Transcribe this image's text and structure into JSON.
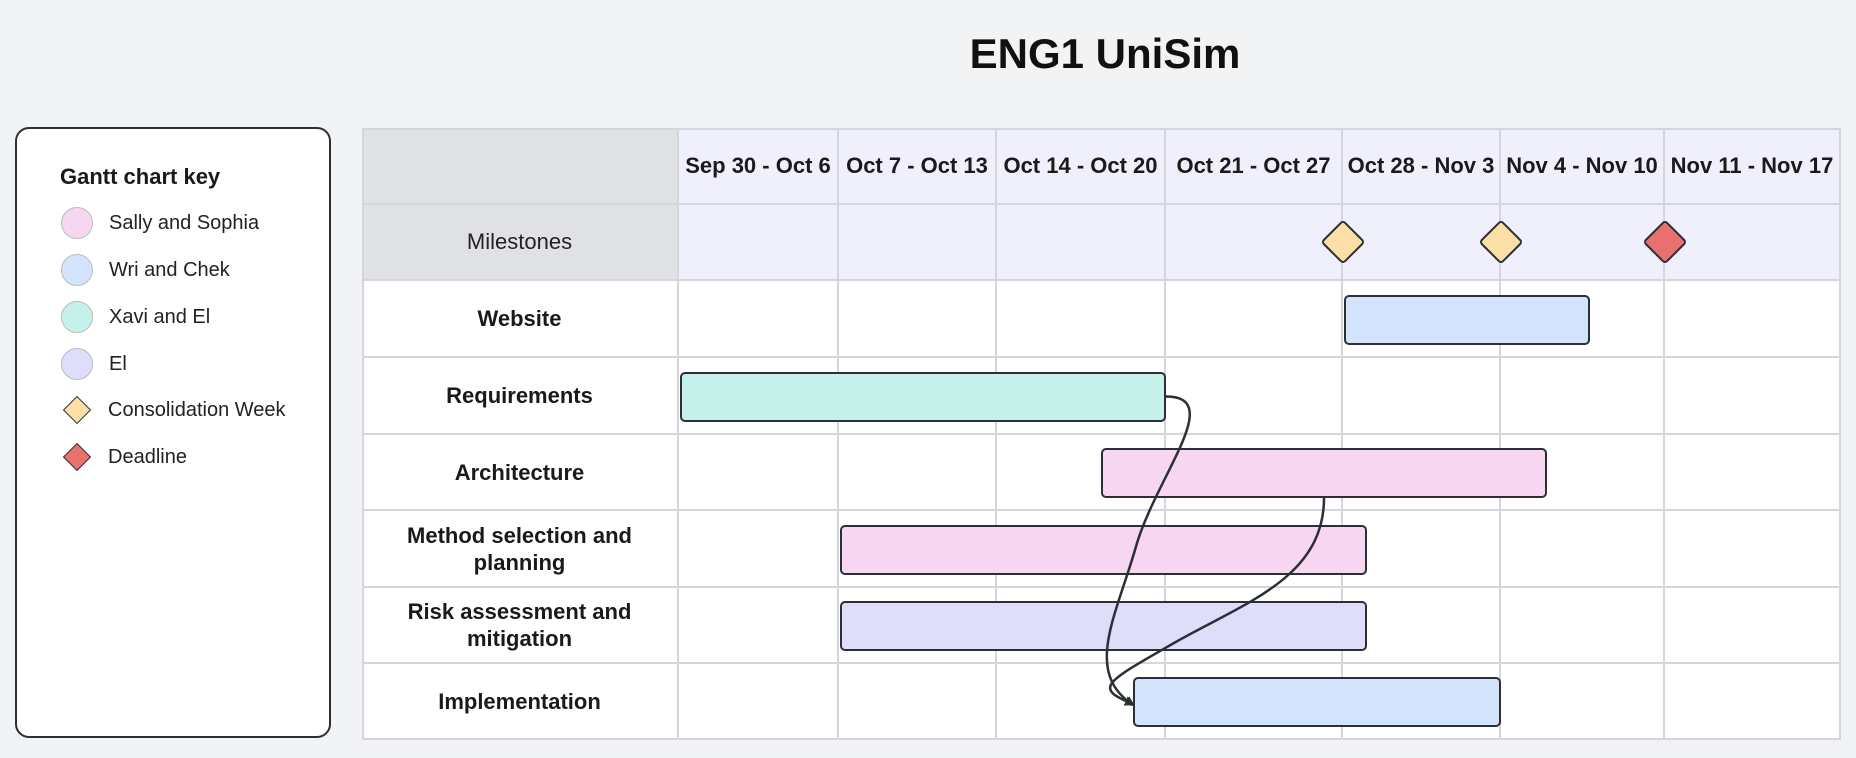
{
  "title": "ENG1 UniSim",
  "key": {
    "title": "Gantt chart key",
    "items": [
      {
        "label": "Sally and Sophia",
        "color": "#f7d6f1",
        "shape": "circle"
      },
      {
        "label": "Wri and Chek",
        "color": "#d3e3fb",
        "shape": "circle"
      },
      {
        "label": "Xavi and El",
        "color": "#c4f1ea",
        "shape": "circle"
      },
      {
        "label": "El",
        "color": "#dedefa",
        "shape": "circle"
      },
      {
        "label": "Consolidation Week",
        "color": "#fcdfa6",
        "shape": "diamond"
      },
      {
        "label": "Deadline",
        "color": "#e8716f",
        "shape": "diamond"
      }
    ]
  },
  "weeks": [
    "Sep 30 - Oct 6",
    "Oct 7 - Oct 13",
    "Oct 14 - Oct 20",
    "Oct 21 - Oct 27",
    "Oct 28 - Nov 3",
    "Nov 4 - Nov 10",
    "Nov 11 - Nov 17"
  ],
  "milestones_label": "Milestones",
  "milestones": [
    {
      "type": "Consolidation Week",
      "week_index": 4,
      "offset": 0.0
    },
    {
      "type": "Consolidation Week",
      "week_index": 5,
      "offset": 0.0
    },
    {
      "type": "Deadline",
      "week_index": 6,
      "offset": 0.0
    }
  ],
  "tasks": [
    {
      "name": "Website",
      "owner": "Wri and Chek",
      "start": 4.0,
      "end": 5.54
    },
    {
      "name": "Requirements",
      "owner": "Xavi and El",
      "start": 0.0,
      "end": 3.0
    },
    {
      "name": "Architecture",
      "owner": "Sally and Sophia",
      "start": 2.61,
      "end": 5.28
    },
    {
      "name": "Method selection and planning",
      "owner": "Sally and Sophia",
      "start": 1.0,
      "end": 4.15
    },
    {
      "name": "Risk assessment and mitigation",
      "owner": "El",
      "start": 1.0,
      "end": 4.15
    },
    {
      "name": "Implementation",
      "owner": "Wri and Chek",
      "start": 2.8,
      "end": 5.0
    }
  ],
  "dependencies": [
    {
      "from": "Requirements",
      "to": "Implementation"
    },
    {
      "from": "Architecture",
      "to": "Implementation"
    }
  ]
}
